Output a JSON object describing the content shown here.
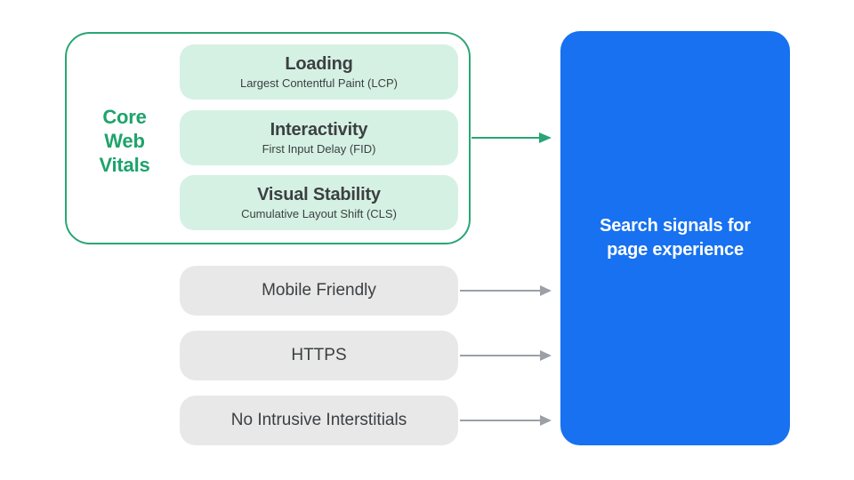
{
  "diagram": {
    "core_web_vitals": {
      "group_label": "Core Web Vitals",
      "metrics": [
        {
          "title": "Loading",
          "subtitle": "Largest Contentful Paint (LCP)"
        },
        {
          "title": "Interactivity",
          "subtitle": "First Input Delay (FID)"
        },
        {
          "title": "Visual Stability",
          "subtitle": "Cumulative Layout Shift (CLS)"
        }
      ]
    },
    "other_signals": [
      "Mobile Friendly",
      "HTTPS",
      "No Intrusive Interstitials"
    ],
    "result_label": "Search signals for page experience",
    "colors": {
      "green_border": "#2aa575",
      "green_fill": "#d5f1e3",
      "green_text": "#1ea36b",
      "gray_fill": "#e8e8e8",
      "gray_arrow": "#9aa0a6",
      "blue_fill": "#1771f1",
      "text_dark": "#3c4043",
      "text_on_blue": "#ffffff"
    }
  }
}
